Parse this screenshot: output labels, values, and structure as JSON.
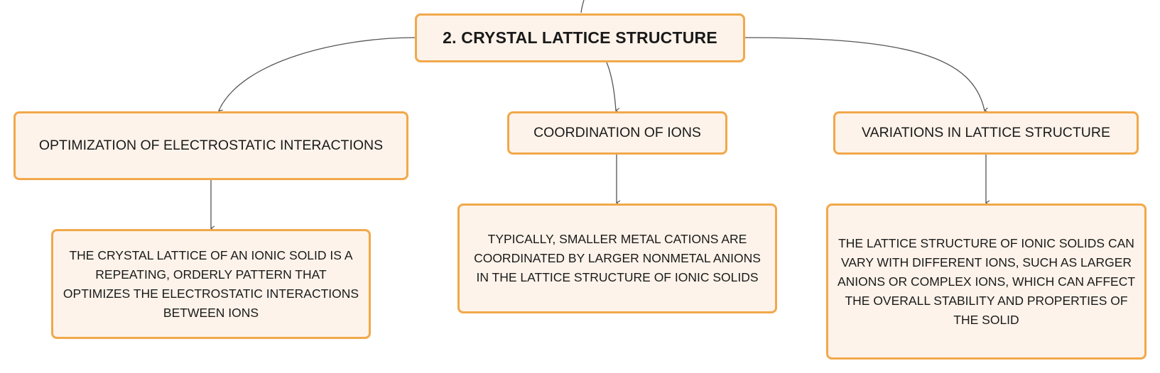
{
  "diagram": {
    "root": {
      "label": "2. CRYSTAL LATTICE STRUCTURE"
    },
    "branches": [
      {
        "label": "OPTIMIZATION OF ELECTROSTATIC INTERACTIONS",
        "detail": "THE CRYSTAL LATTICE OF AN IONIC SOLID IS A REPEATING, ORDERLY PATTERN THAT OPTIMIZES THE ELECTROSTATIC INTERACTIONS BETWEEN IONS"
      },
      {
        "label": "COORDINATION OF IONS",
        "detail": "TYPICALLY, SMALLER METAL CATIONS ARE COORDINATED BY LARGER NONMETAL ANIONS IN THE LATTICE STRUCTURE OF IONIC SOLIDS"
      },
      {
        "label": "VARIATIONS IN LATTICE STRUCTURE",
        "detail": "THE LATTICE STRUCTURE OF IONIC SOLIDS CAN VARY WITH DIFFERENT IONS, SUCH AS LARGER ANIONS OR COMPLEX IONS, WHICH CAN AFFECT THE OVERALL STABILITY AND PROPERTIES OF THE SOLID"
      }
    ],
    "colors": {
      "node_border": "#f2a84a",
      "node_fill": "#fdf3ea",
      "connector": "#555555",
      "text": "#1a1a1a"
    }
  }
}
